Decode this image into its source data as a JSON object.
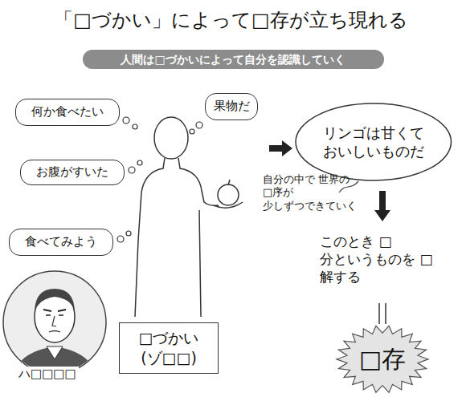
{
  "diagram": {
    "title": "「□づかい」によって□存が立ち現れる",
    "nodes": [
      {
        "text": [
          "人間は□づかいによって自分を認識していく"
        ]
      },
      {
        "text": [
          "何か食べたい"
        ]
      },
      {
        "text": [
          "果物だ"
        ]
      },
      {
        "text": [
          "お腹がすいた"
        ]
      },
      {
        "text": [
          "リンゴは甘くて おいしいものだ"
        ]
      },
      {
        "text": [
          "食べてみよう"
        ]
      },
      {
        "text": [
          "□づかい (ゾ□□)"
        ]
      },
      {
        "text": [
          "□存"
        ]
      }
    ],
    "labels": [
      "自分の中で 世界の□序が 少しずつできていく",
      "このとき □分というものを □解する",
      "ハ□□□□"
    ]
  }
}
